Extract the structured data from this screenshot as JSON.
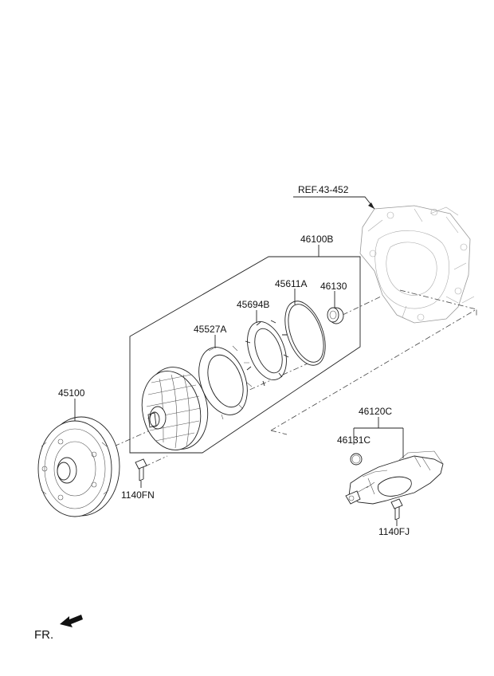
{
  "labels": {
    "ref": "REF.43-452",
    "l46100B": "46100B",
    "l45611A": "45611A",
    "l46130": "46130",
    "l45694B": "45694B",
    "l45527A": "45527A",
    "l45100": "45100",
    "l1140FN": "1140FN",
    "l46120C": "46120C",
    "l46131C": "46131C",
    "l1140FJ": "1140FJ",
    "fr": "FR."
  }
}
